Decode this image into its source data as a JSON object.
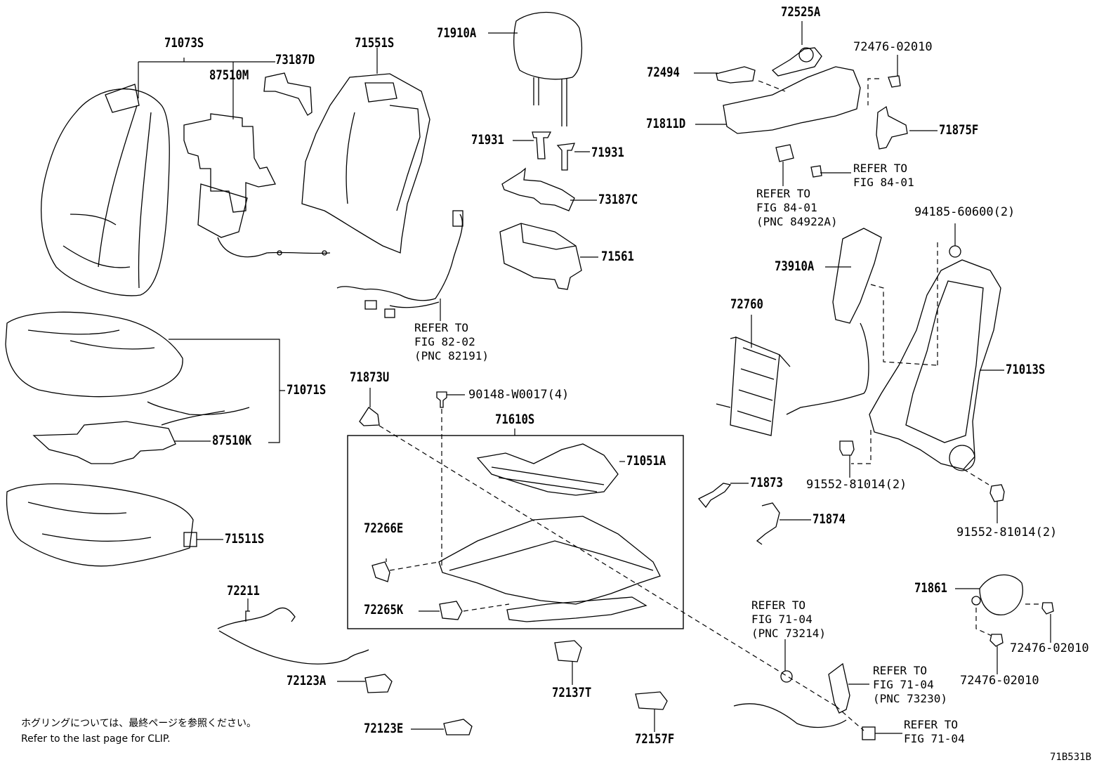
{
  "labels": {
    "p71073S": "71073S",
    "p87510M": "87510M",
    "p73187D": "73187D",
    "p71551S": "71551S",
    "p71910A": "71910A",
    "p72525A": "72525A",
    "p72476_02010_top": "72476-02010",
    "p72494": "72494",
    "p71811D": "71811D",
    "p71875F": "71875F",
    "p71931_a": "71931",
    "p71931_b": "71931",
    "p73187C": "73187C",
    "p71561": "71561",
    "p94185": "94185-60600(2)",
    "p73910A": "73910A",
    "p72760": "72760",
    "p71013S": "71013S",
    "p71071S": "71071S",
    "p71873U": "71873U",
    "p90148": "90148-W0017(4)",
    "p71610S": "71610S",
    "p87510K": "87510K",
    "p71051A": "71051A",
    "p71873": "71873",
    "p91552_a": "91552-81014(2)",
    "p71874": "71874",
    "p91552_b": "91552-81014(2)",
    "p71511S": "71511S",
    "p72266E": "72266E",
    "p72265K": "72265K",
    "p72211": "72211",
    "p71861": "71861",
    "p72476_02010_r1": "72476-02010",
    "p72476_02010_r2": "72476-02010",
    "p72123A": "72123A",
    "p72137T": "72137T",
    "p72157F": "72157F",
    "p72123E": "72123E"
  },
  "references": {
    "ref_84_01_right": "REFER TO\nFIG 84-01",
    "ref_84_01_pnc": "REFER TO\nFIG 84-01\n(PNC 84922A)",
    "ref_82_02": "REFER TO\nFIG 82-02\n(PNC 82191)",
    "ref_71_04_73214": "REFER TO\nFIG 71-04\n(PNC 73214)",
    "ref_71_04_73230": "REFER TO\nFIG 71-04\n(PNC 73230)",
    "ref_71_04": "REFER TO\nFIG 71-04"
  },
  "notes": {
    "japanese": "ホグリングについては、最終ページを参照ください。",
    "english": "Refer to the last page for CLIP."
  },
  "diagram_code": "71B531B"
}
